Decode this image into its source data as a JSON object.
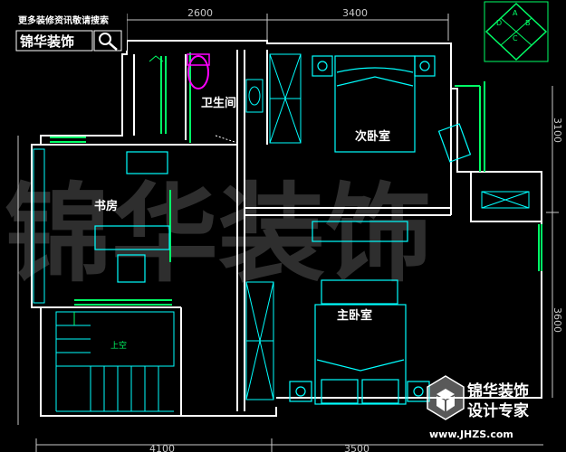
{
  "header": {
    "slogan": "更多装修资讯敬请搜索",
    "brand": "锦华装饰"
  },
  "watermark": {
    "large_text": "锦华装饰",
    "badge_name": "锦华装饰",
    "badge_tagline": "设计专家",
    "url": "www.JHZS.com"
  },
  "dimensions": {
    "top": [
      "2600",
      "3400"
    ],
    "bottom": [
      "4100",
      "3500"
    ],
    "right": [
      "3100",
      "3600"
    ]
  },
  "rooms": {
    "bathroom": "卫生间",
    "second_bedroom": "次卧室",
    "study": "书房",
    "master_bedroom": "主卧室"
  },
  "stair_label": "上空",
  "compass": [
    "A",
    "B",
    "C",
    "D"
  ],
  "colors": {
    "wall": "#ffffff",
    "window": "#00ff66",
    "furniture": "#00ffff",
    "fixture": "#ff00ff",
    "dimension": "#c8c8c8"
  }
}
